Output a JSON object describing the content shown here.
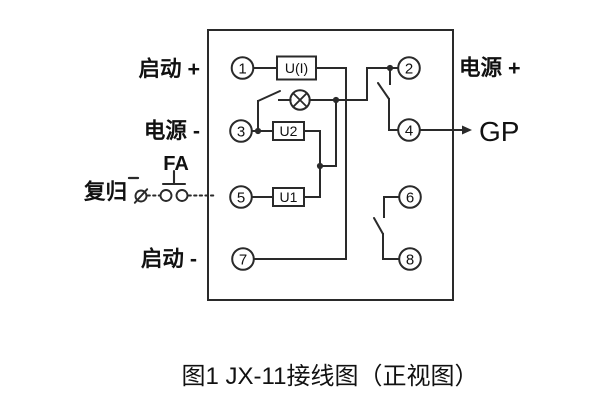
{
  "diagram": {
    "caption": "图1 JX-11接线图（正视图）",
    "terminals": [
      "1",
      "2",
      "3",
      "4",
      "5",
      "6",
      "7",
      "8"
    ],
    "blocks": {
      "b1": "U(I)",
      "b2": "U2",
      "b3": "U1"
    },
    "labels": {
      "start_plus": "启动 +",
      "power_minus": "电源 -",
      "reset": "复归",
      "reset_polarity": "-",
      "fa_button": "FA",
      "start_minus": "启动 -",
      "power_plus": "电源 +",
      "gp_output": "GP"
    },
    "colors": {
      "line": "#2a2a2a",
      "text": "#111111",
      "background": "#ffffff"
    }
  }
}
